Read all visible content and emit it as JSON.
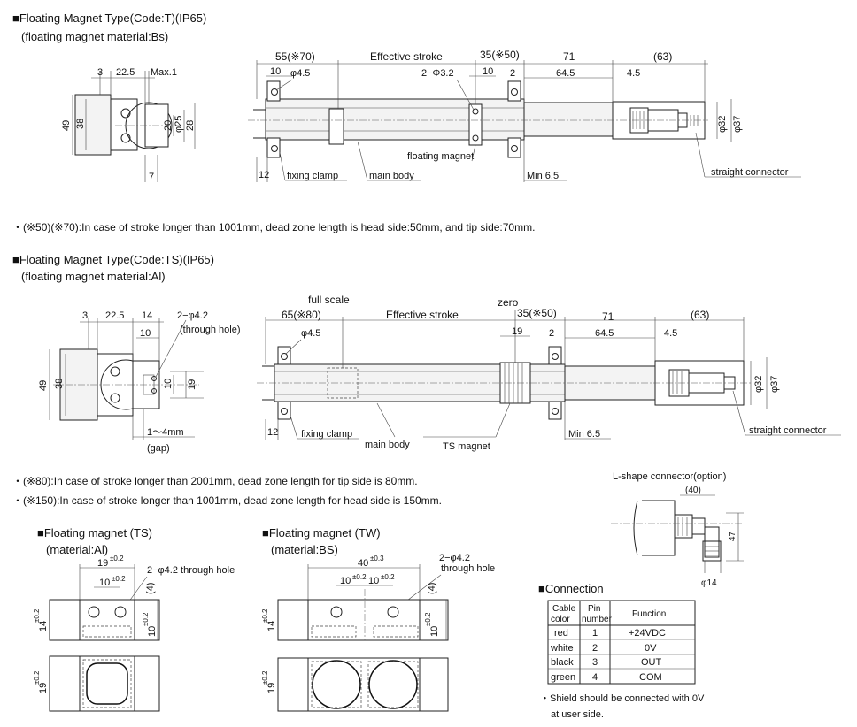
{
  "section_T": {
    "title": "■Floating Magnet Type(Code:T)(IP65)",
    "material": "(floating magnet material:Bs)",
    "dims": {
      "d3": "3",
      "d22_5": "22.5",
      "max1": "Max.1",
      "d49": "49",
      "d38": "38",
      "d20": "20",
      "d25": "φ25",
      "d28": "28",
      "d7": "7",
      "d55": "55(※70)",
      "d10a": "10",
      "d45": "φ4.5",
      "stroke": "Effective stroke",
      "d32": "2−Φ3.2",
      "d35": "35(※50)",
      "d10b": "10",
      "d2": "2",
      "d71": "71",
      "d645": "64.5",
      "d63": "(63)",
      "d45b": "4.5",
      "d12": "12",
      "phi32": "φ32",
      "phi37": "φ37",
      "min65": "Min 6.5"
    },
    "labels": {
      "fixing_clamp": "fixing clamp",
      "main_body": "main body",
      "floating_magnet": "floating magnet",
      "straight_connector": "straight connector"
    },
    "note": "・(※50)(※70):In case of stroke longer than 1001mm, dead zone length is head side:50mm, and tip side:70mm."
  },
  "section_TS": {
    "title": "■Floating Magnet Type(Code:TS)(IP65)",
    "material": "(floating magnet material:Al)",
    "dims": {
      "d3": "3",
      "d22_5": "22.5",
      "d14": "14",
      "hole": "2−φ4.2",
      "through": "(through hole)",
      "d10": "10",
      "d19": "19",
      "d49": "49",
      "d38": "38",
      "gap": "1〜4mm",
      "gap_lbl": "(gap)",
      "full_scale": "full scale",
      "zero": "zero",
      "d65": "65(※80)",
      "d45": "φ4.5",
      "stroke": "Effective stroke",
      "d35": "35(※50)",
      "d19b": "19",
      "d2": "2",
      "d71": "71",
      "d645": "64.5",
      "d63": "(63)",
      "d45b": "4.5",
      "d12": "12",
      "phi32": "φ32",
      "phi37": "φ37",
      "min65": "Min 6.5"
    },
    "labels": {
      "fixing_clamp": "fixing clamp",
      "main_body": "main body",
      "ts_magnet": "TS magnet",
      "straight_connector": "straight connector"
    },
    "note1": "・(※80):In case of stroke longer than 2001mm, dead zone length for tip side is 80mm.",
    "note2": "・(※150):In case of stroke longer than 1001mm, dead zone length for head side is 150mm."
  },
  "lshape": {
    "title": "L-shape connector(option)",
    "d40": "(40)",
    "d47": "47",
    "d14": "φ14"
  },
  "fm_ts": {
    "title": "■Floating magnet (TS)",
    "material": "(material:Al)",
    "d19": "19",
    "tol19": "±0.2",
    "d10": "10",
    "tol10": "±0.2",
    "hole": "2−φ4.2 through hole",
    "d4": "(4)",
    "d14": "14",
    "tol14": "±0.2",
    "d10v": "10",
    "tol10v": "±0.2",
    "d19v": "19",
    "tol19v": "±0.2"
  },
  "fm_tw": {
    "title": "■Floating magnet (TW)",
    "material": "(material:BS)",
    "d40": "40",
    "tol40": "±0.3",
    "d10a": "10",
    "tol10a": "±0.2",
    "d10b": "10",
    "tol10b": "±0.2",
    "hole1": "2−φ4.2",
    "hole2": "through hole",
    "d4": "(4)",
    "d14": "14",
    "tol14": "±0.2",
    "d10v": "10",
    "tol10v": "±0.2",
    "d19v": "19",
    "tol19v": "±0.2"
  },
  "connection": {
    "title": "■Connection",
    "headers": [
      [
        "Cable",
        "color"
      ],
      [
        "Pin",
        "number"
      ],
      [
        "Function"
      ]
    ],
    "rows": [
      [
        "red",
        "1",
        "+24VDC"
      ],
      [
        "white",
        "2",
        "0V"
      ],
      [
        "black",
        "3",
        "OUT"
      ],
      [
        "green",
        "4",
        "COM"
      ]
    ],
    "note1": "・Shield should be connected with 0V",
    "note2": "at user side."
  }
}
